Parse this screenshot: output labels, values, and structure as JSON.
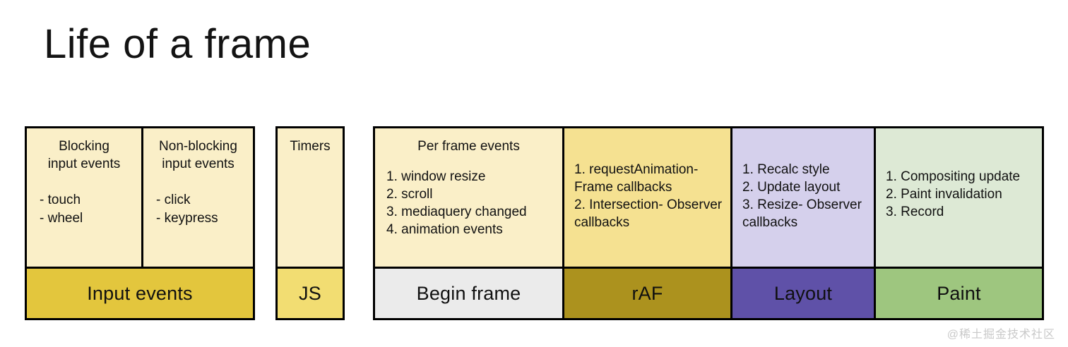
{
  "page_title": "Life of a frame",
  "watermark": "@稀土掘金技术社区",
  "colors": {
    "cream": "#faefc8",
    "yellow_panel": "#f5e191",
    "lavender_panel": "#d5d0ec",
    "green_panel": "#dde9d5",
    "input_events_bar": "#e3c63d",
    "js_bar": "#f2dd72",
    "begin_frame_bar": "#ebebeb",
    "raf_bar": "#ac921e",
    "layout_bar": "#5f51a8",
    "paint_bar": "#9ec67f",
    "border": "#000000",
    "text": "#111111"
  },
  "groups": [
    {
      "name": "input-events-group",
      "panels": [
        {
          "name": "blocking-input-events",
          "heading": "Blocking\ninput events",
          "items": [
            "- touch",
            "- wheel"
          ]
        },
        {
          "name": "non-blocking-input-events",
          "heading": "Non-blocking\ninput events",
          "items": [
            "- click",
            "- keypress"
          ]
        }
      ],
      "bars": [
        {
          "name": "input-events-bar",
          "label": "Input events"
        }
      ]
    },
    {
      "name": "timers-group",
      "panels": [
        {
          "name": "timers",
          "heading": "Timers",
          "items": []
        }
      ],
      "bars": [
        {
          "name": "js-bar",
          "label": "JS"
        }
      ]
    },
    {
      "name": "frame-pipeline-group",
      "panels": [
        {
          "name": "per-frame-events",
          "heading": "Per frame events",
          "items": [
            "1. window resize",
            "2. scroll",
            "3. mediaquery changed",
            "4. animation events"
          ]
        },
        {
          "name": "raf-callbacks",
          "heading": "",
          "items": [
            "1. requestAnimation-\nFrame callbacks",
            "2. Intersection-\nObserver callbacks"
          ]
        },
        {
          "name": "layout-steps",
          "heading": "",
          "items": [
            "1. Recalc style",
            "2. Update layout",
            "3. Resize-\nObserver callbacks"
          ]
        },
        {
          "name": "paint-steps",
          "heading": "",
          "items": [
            "1. Compositing update",
            "2. Paint invalidation",
            "3. Record"
          ]
        }
      ],
      "bars": [
        {
          "name": "begin-frame-bar",
          "label": "Begin frame"
        },
        {
          "name": "raf-bar",
          "label": "rAF"
        },
        {
          "name": "layout-bar",
          "label": "Layout"
        },
        {
          "name": "paint-bar",
          "label": "Paint"
        }
      ]
    }
  ]
}
